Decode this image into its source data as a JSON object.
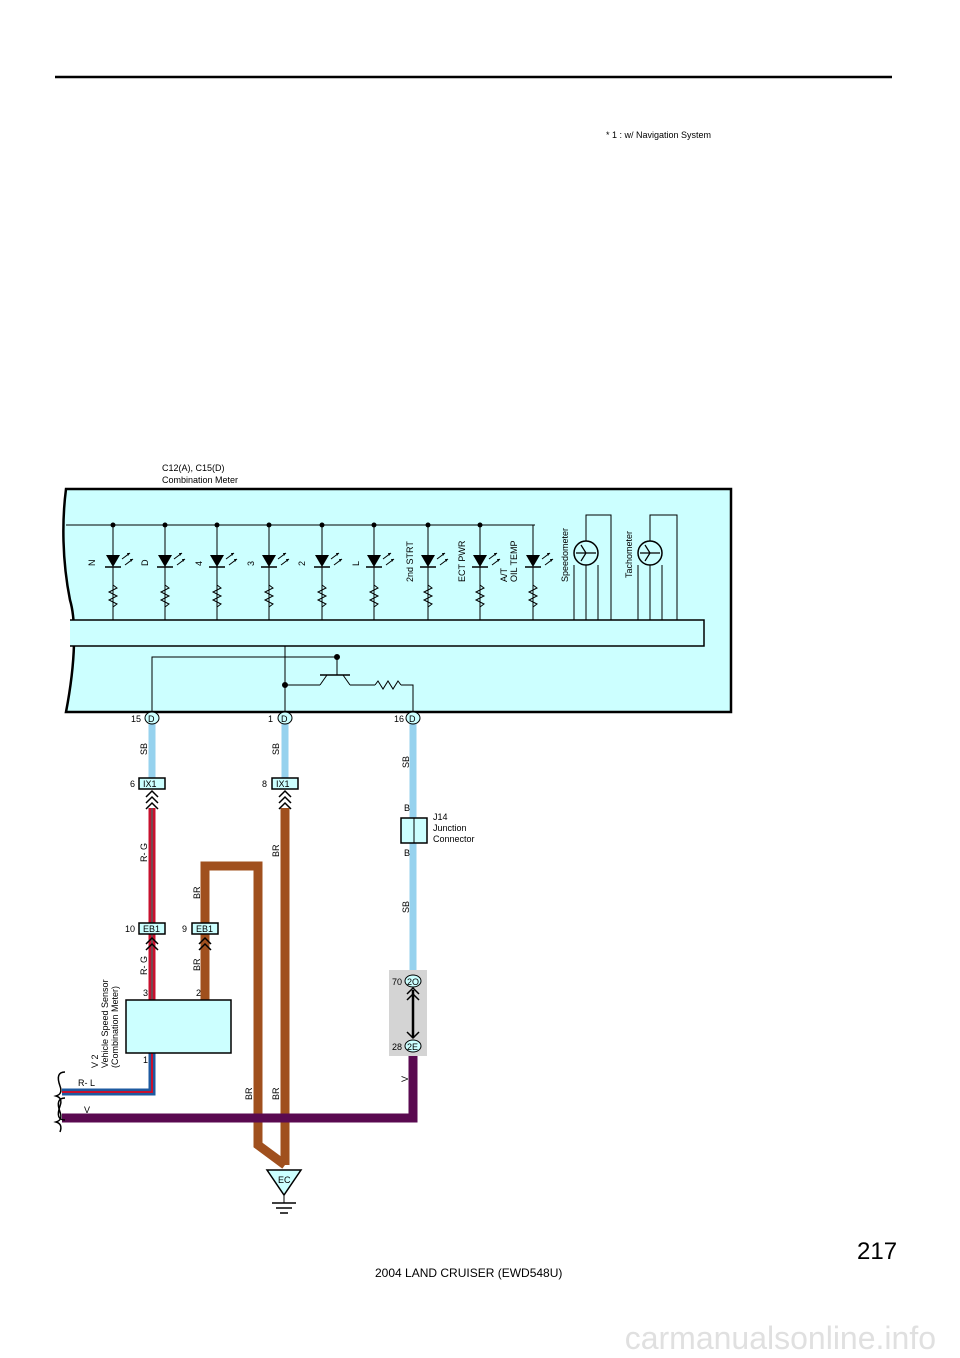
{
  "footnote": "* 1 : w/ Navigation System",
  "meter": {
    "code": "C12(A), C15(D)",
    "name": "Combination Meter"
  },
  "indicators": [
    "N",
    "D",
    "4",
    "3",
    "2",
    "L",
    "2nd STRT",
    "ECT PWR",
    "A/T",
    "OIL TEMP"
  ],
  "gauges": [
    "Speedometer",
    "Tachometer"
  ],
  "terminals": {
    "left": {
      "pin": "15",
      "conn": "D"
    },
    "mid": {
      "pin": "1",
      "conn": "D"
    },
    "right": {
      "pin": "16",
      "conn": "D"
    }
  },
  "connectors": {
    "ix1_left": {
      "pin": "6",
      "code": "IX1"
    },
    "ix1_right": {
      "pin": "8",
      "code": "IX1"
    },
    "eb1_left": {
      "pin": "10",
      "code": "EB1"
    },
    "eb1_right": {
      "pin": "9",
      "code": "EB1"
    },
    "j2o": {
      "pin": "70",
      "code": "2O"
    },
    "j2e": {
      "pin": "28",
      "code": "2E"
    }
  },
  "wire_colors": {
    "sb": "SB",
    "rg": "R- G",
    "br": "BR",
    "rl": "R- L",
    "v": "V",
    "b": "B"
  },
  "junction": {
    "code": "J14",
    "name1": "Junction",
    "name2": "Connector"
  },
  "sensor": {
    "code": "V 2",
    "name": "Vehicle Speed Sensor",
    "sub": "(Combination Meter)",
    "pin3": "3",
    "pin2": "2",
    "pin1": "1"
  },
  "ground": "EC",
  "page_number": "217",
  "footer": "2004 LAND CRUISER (EWD548U)",
  "watermark": "carmanualsonline.info",
  "colors": {
    "meter_fill": "#ccffff",
    "sb": "#96d2ee",
    "br": "#a0501e",
    "violet": "#5a0a50",
    "red": "#c8102e",
    "blue": "#1e5aa0",
    "jbox": "#d4d4d4"
  }
}
